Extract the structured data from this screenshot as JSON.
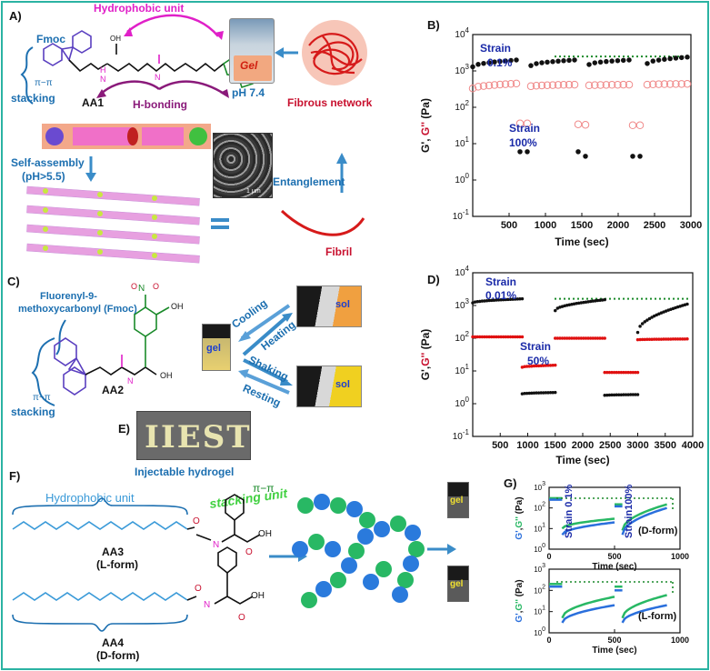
{
  "panels": {
    "a": {
      "label": "A)",
      "fmoc": "Fmoc",
      "hydrophobic_unit": "Hydrophobic unit",
      "pi_stacking_pi": "π−π",
      "stacking": "stacking",
      "compound": "AA1",
      "hbonding": "H-bonding",
      "gel": "Gel",
      "ph": "pH 7.4",
      "fibrous_network": "Fibrous network",
      "self_assembly": "Self-assembly",
      "ph_condition": "(pH>5.5)",
      "entanglement": "Entanglement",
      "fibril": "Fibril",
      "sem_scale": "1 μm"
    },
    "b": {
      "label": "B)",
      "strain_low": "Strain",
      "strain_low_val": "0.1%",
      "strain_high": "Strain",
      "strain_high_val": "100%"
    },
    "c": {
      "label": "C)",
      "fmoc_name_1": "Fluorenyl-9-",
      "fmoc_name_2": "methoxycarbonyl (Fmoc)",
      "compound": "AA2",
      "pi_stacking_pi": "π−π",
      "stacking": "stacking",
      "gel": "gel",
      "sol_top": "sol",
      "sol_bottom": "sol",
      "cooling": "Cooling",
      "heating": "Heating",
      "shaking": "Shaking",
      "resting": "Resting"
    },
    "d": {
      "label": "D)",
      "strain_low": "Strain",
      "strain_low_val": "0.01%",
      "strain_high": "Strain",
      "strain_high_val": "50%"
    },
    "e": {
      "label": "E)",
      "letters": "IIEST",
      "caption": "Injectable hydrogel"
    },
    "f": {
      "label": "F)",
      "hydrophobic_unit": "Hydrophobic unit",
      "pi_pi": "π−π",
      "stacking_unit": "stacking unit",
      "aa3": "AA3",
      "aa3_form": "(L-form)",
      "aa4": "AA4",
      "aa4_form": "(D-form)",
      "gel_top": "gel",
      "gel_bottom": "gel"
    },
    "g": {
      "label": "G)",
      "strain_low": "Strain 0.1%",
      "strain_high": "Strain100%",
      "top_form": "(D-form)",
      "bottom_form": "(L-form)"
    }
  },
  "colors": {
    "frame": "#2bb3a3",
    "fmoc_blue": "#1c6fb0",
    "magenta": "#e020c8",
    "purple": "#8a1a7a",
    "red": "#c8102e",
    "green_dotted": "#1a8a2a",
    "g_blue": "#2a6fdc",
    "g_green": "#28b864"
  },
  "chart_data": [
    {
      "id": "B",
      "type": "scatter",
      "xlabel": "Time (sec)",
      "ylabel_parts": [
        "G'",
        ", ",
        "G''",
        " (Pa)"
      ],
      "xlim": [
        0,
        3000
      ],
      "ylim_log10": [
        -1,
        4
      ],
      "x_ticks": [
        500,
        1000,
        1500,
        2000,
        2500,
        3000
      ],
      "y_tick_exponents": [
        -1,
        0,
        1,
        2,
        3,
        4
      ],
      "reference_line_y": 2500,
      "series": [
        {
          "name": "G'",
          "marker": "filled",
          "color": "#111111",
          "segments": [
            {
              "x": [
                0,
                600
              ],
              "y": [
                1300,
                2000
              ]
            },
            {
              "x": [
                650,
                750
              ],
              "y": [
                6,
                6
              ]
            },
            {
              "x": [
                800,
                1400
              ],
              "y": [
                1400,
                2000
              ]
            },
            {
              "x": [
                1450,
                1550
              ],
              "y": [
                6,
                4.5
              ]
            },
            {
              "x": [
                1600,
                2150
              ],
              "y": [
                1500,
                2000
              ]
            },
            {
              "x": [
                2200,
                2300
              ],
              "y": [
                4.5,
                4.5
              ]
            },
            {
              "x": [
                2400,
                2950
              ],
              "y": [
                1600,
                2400
              ]
            }
          ]
        },
        {
          "name": "G''",
          "marker": "open",
          "color": "#f08a8a",
          "segments": [
            {
              "x": [
                0,
                600
              ],
              "y": [
                330,
                450
              ]
            },
            {
              "x": [
                650,
                750
              ],
              "y": [
                36,
                36
              ]
            },
            {
              "x": [
                800,
                1400
              ],
              "y": [
                380,
                420
              ]
            },
            {
              "x": [
                1450,
                1550
              ],
              "y": [
                34,
                33
              ]
            },
            {
              "x": [
                1600,
                2150
              ],
              "y": [
                400,
                420
              ]
            },
            {
              "x": [
                2200,
                2300
              ],
              "y": [
                32,
                32
              ]
            },
            {
              "x": [
                2400,
                2950
              ],
              "y": [
                420,
                440
              ]
            }
          ]
        }
      ]
    },
    {
      "id": "D",
      "type": "scatter",
      "xlabel": "Time (sec)",
      "ylabel_parts": [
        "G'",
        ",",
        "G''",
        " (Pa)"
      ],
      "xlim": [
        0,
        4000
      ],
      "ylim_log10": [
        -1,
        4
      ],
      "x_ticks": [
        500,
        1000,
        1500,
        2000,
        2500,
        3000,
        3500,
        4000
      ],
      "x_tick_labels": [
        "500",
        "1000",
        "1500",
        "2000",
        "2500",
        "3000",
        "3500",
        "4000"
      ],
      "y_tick_exponents": [
        -1,
        0,
        1,
        2,
        3,
        4
      ],
      "reference_line_y": 1600,
      "series": [
        {
          "name": "G'",
          "color": "#111111",
          "segments": [
            {
              "x": [
                0,
                900
              ],
              "y": [
                1200,
                1600
              ]
            },
            {
              "x": [
                900,
                1500
              ],
              "y": [
                2,
                2.2
              ]
            },
            {
              "x": [
                1500,
                2400
              ],
              "y": [
                700,
                1500
              ]
            },
            {
              "x": [
                2400,
                3000
              ],
              "y": [
                1.8,
                1.9
              ]
            },
            {
              "x": [
                3000,
                3900
              ],
              "y": [
                150,
                1100
              ]
            }
          ]
        },
        {
          "name": "G''",
          "color": "#e01010",
          "segments": [
            {
              "x": [
                0,
                900
              ],
              "y": [
                110,
                110
              ]
            },
            {
              "x": [
                900,
                1500
              ],
              "y": [
                13,
                15
              ]
            },
            {
              "x": [
                1500,
                2400
              ],
              "y": [
                100,
                100
              ]
            },
            {
              "x": [
                2400,
                3000
              ],
              "y": [
                9,
                9
              ]
            },
            {
              "x": [
                3000,
                3900
              ],
              "y": [
                90,
                95
              ]
            }
          ]
        }
      ]
    },
    {
      "id": "G-top",
      "type": "line",
      "xlabel": "Time (sec)",
      "ylabel_parts": [
        "G'",
        ",",
        "G''",
        " (Pa)"
      ],
      "xlim": [
        0,
        1000
      ],
      "ylim_log10": [
        0,
        3
      ],
      "x_ticks": [
        0,
        500,
        1000
      ],
      "y_tick_exponents": [
        0,
        1,
        2,
        3
      ],
      "series": [
        {
          "name": "G'",
          "color": "#28b864",
          "segments": [
            {
              "x": [
                0,
                100
              ],
              "y": [
                300,
                300
              ]
            },
            {
              "x": [
                100,
                500
              ],
              "y": [
                10,
                30
              ]
            },
            {
              "x": [
                500,
                560
              ],
              "y": [
                150,
                150
              ]
            },
            {
              "x": [
                560,
                900
              ],
              "y": [
                8,
                150
              ]
            }
          ]
        },
        {
          "name": "G''",
          "color": "#2a6fdc",
          "segments": [
            {
              "x": [
                0,
                100
              ],
              "y": [
                250,
                250
              ]
            },
            {
              "x": [
                100,
                500
              ],
              "y": [
                5,
                20
              ]
            },
            {
              "x": [
                500,
                560
              ],
              "y": [
                120,
                120
              ]
            },
            {
              "x": [
                560,
                900
              ],
              "y": [
                5,
                100
              ]
            }
          ]
        }
      ]
    },
    {
      "id": "G-bottom",
      "type": "line",
      "xlabel": "Time (sec)",
      "ylabel_parts": [
        "G'",
        ",",
        "G''",
        " (Pa)"
      ],
      "xlim": [
        0,
        1000
      ],
      "ylim_log10": [
        0,
        3
      ],
      "x_ticks": [
        0,
        500,
        1000
      ],
      "y_tick_exponents": [
        0,
        1,
        2,
        3
      ],
      "series": [
        {
          "name": "G'",
          "color": "#28b864",
          "segments": [
            {
              "x": [
                0,
                100
              ],
              "y": [
                200,
                200
              ]
            },
            {
              "x": [
                100,
                500
              ],
              "y": [
                5,
                50
              ]
            },
            {
              "x": [
                500,
                560
              ],
              "y": [
                150,
                150
              ]
            },
            {
              "x": [
                560,
                900
              ],
              "y": [
                5,
                60
              ]
            }
          ]
        },
        {
          "name": "G''",
          "color": "#2a6fdc",
          "segments": [
            {
              "x": [
                0,
                100
              ],
              "y": [
                150,
                150
              ]
            },
            {
              "x": [
                100,
                500
              ],
              "y": [
                3,
                20
              ]
            },
            {
              "x": [
                500,
                560
              ],
              "y": [
                100,
                100
              ]
            },
            {
              "x": [
                560,
                900
              ],
              "y": [
                3,
                20
              ]
            }
          ]
        }
      ]
    }
  ]
}
